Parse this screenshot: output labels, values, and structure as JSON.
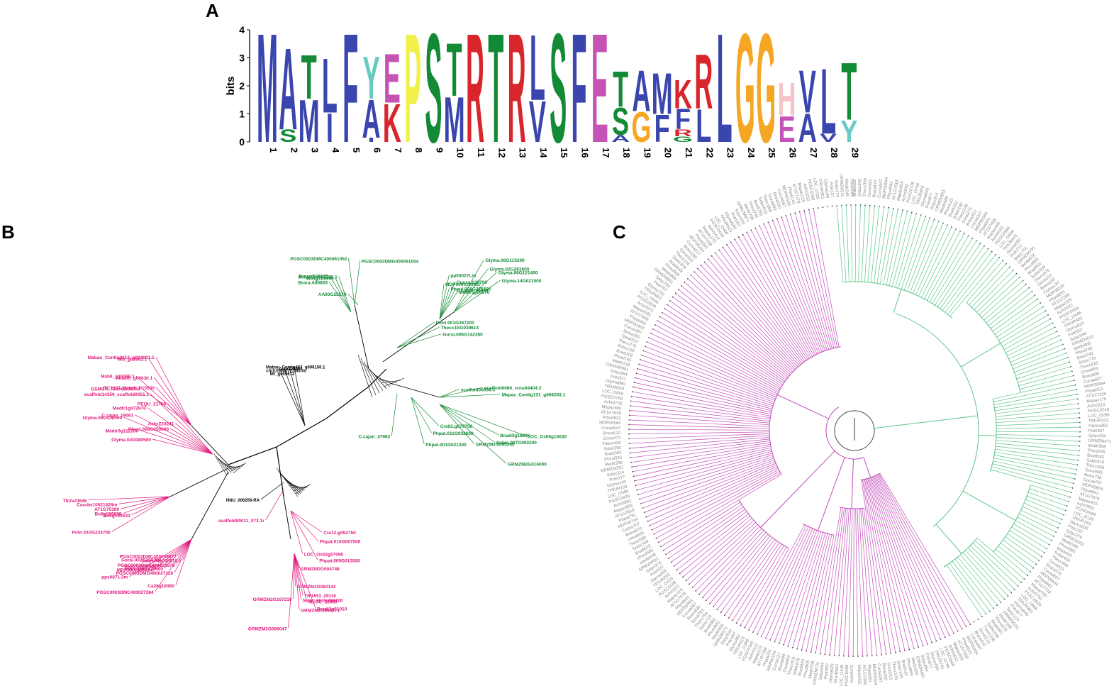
{
  "panels": {
    "a": "A",
    "b": "B",
    "c": "C"
  },
  "logo": {
    "y_axis_label": "bits",
    "y_ticks": [
      "0",
      "1",
      "2",
      "3",
      "4"
    ],
    "ymax": 4,
    "colors": {
      "blue": "#3a45ad",
      "green": "#138a35",
      "red": "#d9262c",
      "yellow": "#f2f04a",
      "magenta": "#c553b6",
      "orange": "#f5a623",
      "cyan": "#6ac9c4",
      "pink": "#f4c4c9"
    },
    "positions": [
      {
        "n": "1",
        "letters": [
          {
            "c": "M",
            "h": 4.0,
            "col": "blue"
          }
        ]
      },
      {
        "n": "2",
        "letters": [
          {
            "c": "A",
            "h": 3.0,
            "col": "blue"
          },
          {
            "c": "S",
            "h": 0.45,
            "col": "green"
          }
        ]
      },
      {
        "n": "3",
        "letters": [
          {
            "c": "T",
            "h": 1.6,
            "col": "green"
          },
          {
            "c": "M",
            "h": 1.55,
            "col": "blue"
          }
        ]
      },
      {
        "n": "4",
        "letters": [
          {
            "c": "L",
            "h": 2.0,
            "col": "blue"
          },
          {
            "c": "I",
            "h": 1.05,
            "col": "blue"
          }
        ]
      },
      {
        "n": "5",
        "letters": [
          {
            "c": "F",
            "h": 4.0,
            "col": "blue"
          }
        ]
      },
      {
        "n": "6",
        "letters": [
          {
            "c": "Y",
            "h": 1.55,
            "col": "cyan"
          },
          {
            "c": "A",
            "h": 1.4,
            "col": "blue"
          },
          {
            "c": "I",
            "h": 0.15,
            "col": "blue"
          }
        ]
      },
      {
        "n": "7",
        "letters": [
          {
            "c": "E",
            "h": 1.8,
            "col": "magenta"
          },
          {
            "c": "K",
            "h": 1.4,
            "col": "red"
          }
        ]
      },
      {
        "n": "8",
        "letters": [
          {
            "c": "P",
            "h": 4.0,
            "col": "yellow"
          }
        ]
      },
      {
        "n": "9",
        "letters": [
          {
            "c": "S",
            "h": 4.0,
            "col": "green"
          }
        ]
      },
      {
        "n": "10",
        "letters": [
          {
            "c": "T",
            "h": 1.95,
            "col": "green"
          },
          {
            "c": "M",
            "h": 1.65,
            "col": "blue"
          }
        ]
      },
      {
        "n": "11",
        "letters": [
          {
            "c": "R",
            "h": 4.0,
            "col": "red"
          }
        ]
      },
      {
        "n": "12",
        "letters": [
          {
            "c": "T",
            "h": 4.0,
            "col": "green"
          }
        ]
      },
      {
        "n": "13",
        "letters": [
          {
            "c": "R",
            "h": 4.0,
            "col": "red"
          }
        ]
      },
      {
        "n": "14",
        "letters": [
          {
            "c": "L",
            "h": 2.4,
            "col": "blue"
          },
          {
            "c": "V",
            "h": 1.5,
            "col": "blue"
          }
        ]
      },
      {
        "n": "15",
        "letters": [
          {
            "c": "S",
            "h": 4.0,
            "col": "green"
          }
        ]
      },
      {
        "n": "16",
        "letters": [
          {
            "c": "F",
            "h": 4.0,
            "col": "blue"
          }
        ]
      },
      {
        "n": "17",
        "letters": [
          {
            "c": "E",
            "h": 4.0,
            "col": "magenta"
          }
        ]
      },
      {
        "n": "18",
        "letters": [
          {
            "c": "T",
            "h": 1.3,
            "col": "green"
          },
          {
            "c": "S",
            "h": 1.0,
            "col": "green"
          },
          {
            "c": "A",
            "h": 0.25,
            "col": "blue"
          }
        ]
      },
      {
        "n": "19",
        "letters": [
          {
            "c": "A",
            "h": 1.5,
            "col": "blue"
          },
          {
            "c": "G",
            "h": 1.1,
            "col": "orange"
          }
        ]
      },
      {
        "n": "20",
        "letters": [
          {
            "c": "M",
            "h": 1.5,
            "col": "blue"
          },
          {
            "c": "F",
            "h": 1.0,
            "col": "blue"
          }
        ]
      },
      {
        "n": "21",
        "letters": [
          {
            "c": "K",
            "h": 1.05,
            "col": "red"
          },
          {
            "c": "F",
            "h": 0.75,
            "col": "blue"
          },
          {
            "c": "R",
            "h": 0.25,
            "col": "red"
          },
          {
            "c": "G",
            "h": 0.2,
            "col": "green"
          }
        ]
      },
      {
        "n": "22",
        "letters": [
          {
            "c": "R",
            "h": 2.0,
            "col": "red"
          },
          {
            "c": "L",
            "h": 1.2,
            "col": "blue"
          }
        ]
      },
      {
        "n": "23",
        "letters": [
          {
            "c": "L",
            "h": 4.0,
            "col": "blue"
          }
        ]
      },
      {
        "n": "24",
        "letters": [
          {
            "c": "G",
            "h": 4.0,
            "col": "orange"
          }
        ]
      },
      {
        "n": "25",
        "letters": [
          {
            "c": "G",
            "h": 4.0,
            "col": "orange"
          }
        ]
      },
      {
        "n": "26",
        "letters": [
          {
            "c": "H",
            "h": 1.2,
            "col": "pink"
          },
          {
            "c": "E",
            "h": 0.95,
            "col": "magenta"
          }
        ]
      },
      {
        "n": "27",
        "letters": [
          {
            "c": "V",
            "h": 1.55,
            "col": "blue"
          },
          {
            "c": "A",
            "h": 1.05,
            "col": "blue"
          }
        ]
      },
      {
        "n": "28",
        "letters": [
          {
            "c": "L",
            "h": 2.4,
            "col": "blue"
          },
          {
            "c": "V",
            "h": 0.3,
            "col": "blue"
          }
        ]
      },
      {
        "n": "29",
        "letters": [
          {
            "c": "T",
            "h": 2.1,
            "col": "green"
          },
          {
            "c": "Y",
            "h": 0.8,
            "col": "cyan"
          }
        ]
      }
    ]
  },
  "tree_b": {
    "colors": {
      "green": "#138a35",
      "pink": "#e3177d",
      "black": "#000000"
    },
    "green_labels": [
      "PGSC0003DMC400061052",
      "PGSC0003DMG400061054",
      "Glyma.06G115200",
      "Glyma.02G283800",
      "Glyma.06G121400",
      "Glyma.14G021000",
      "Brara.A00828",
      "Brara.E02170",
      "Bo1g108960",
      "Solyc11g066280.1",
      "MDP0000149657",
      "pp05027Lm",
      "Phvul.008G275600",
      "Cucsa.130700",
      "C.cajan_26914",
      "Medtr5g08370",
      "AA00G25570",
      "Potri.001G267200",
      "Thecc1EG030614",
      "Gorai.006G142280",
      "scaffold00036.3",
      "scaffold0086_rcnu04404.2",
      "Mapaz_Contig131_g006203.1",
      "C.cajan_47962",
      "Cre02.g079750",
      "Phpat.011G032600",
      "Phpat.001G021300",
      "LOC_Os06g15030",
      "Bradi3g18896",
      "Sobic.007G092200",
      "GRMZM2G016000",
      "GRMZM2G095260"
    ],
    "black_labels": [
      "Mr_g005672",
      "chr5.EM0077.005.nc",
      "AchrZ26661",
      "Mabau_Contig463_g006150.1",
      "NNU_006266-RA"
    ],
    "pink_labels": [
      "GSMUA_Achr6G06000",
      "Mab6_g15069.1",
      "ITC1587_Bchr6_P15530",
      "Mba06_g06630.1",
      "Ma_g02662.1",
      "Mabau_Contig2612_g004001.1",
      "Glyma.04G080500",
      "Medtr3g112200",
      "Glyma.06G028900",
      "C.cajan_19061",
      "Phvul.008G059900",
      "Medtr1g072970",
      "AchrZ20241",
      "scaffold14359_scaffold0051.1",
      "PEQU_21768",
      "Potri.010G233700",
      "Bo4g193530",
      "Bo9g089899",
      "AT1G75390",
      "Carubv10021428m",
      "Tfr2v23646",
      "Ca26g16080",
      "Solyc04g058610.1",
      "PGSC0003DMG400027126",
      "PGSC0003DMG400029579",
      "PGSC0003DMC400027384",
      "PGSC0003DMC400008077",
      "Potri.008G026600",
      "Thecc1EG034677",
      "MDP0000296664",
      "Gorai.002G230700",
      "pps0871.3m",
      "Cre12.g052750",
      "Phpat.010G067500",
      "Phpat.009G013500",
      "LOC_Os02g57090",
      "Bradi3g51010",
      "GRMZM2G004748",
      "MLOC_52969",
      "TRIUR3_29119",
      "Sobic.004G268100",
      "GRMZM2G066271",
      "GRMZM2G082142",
      "GRMZM2G167219",
      "GRMZM2G086047",
      "scaffold00011_073.1r"
    ]
  },
  "tree_c": {
    "colors": {
      "green": "#5dc48a",
      "magenta": "#c24bb8",
      "label_gray": "#888888",
      "center": "#555555"
    },
    "label_prefixes": [
      "Glyma",
      "Potri",
      "Solyc",
      "GRMZM",
      "Medtr",
      "Phvul",
      "Bradi",
      "Sobic",
      "Thecc",
      "Gorai",
      "Brara",
      "Cucsa",
      "MDP00",
      "Phpat",
      "AT1G7",
      "Mapaz",
      "Achr0",
      "PGSC0",
      "LOC_O",
      "TRIUR"
    ]
  }
}
